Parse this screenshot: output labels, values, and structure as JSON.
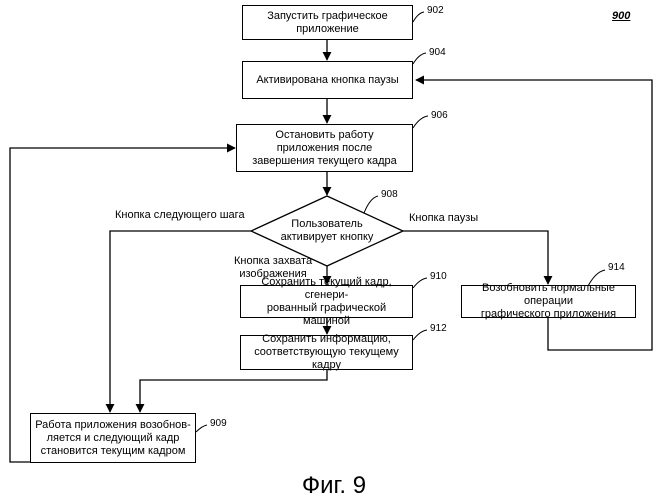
{
  "diagram_number": "900",
  "figure_caption": "Фиг. 9",
  "nodes": {
    "n902": {
      "ref": "902",
      "text": "Запустить графическое\nприложение"
    },
    "n904": {
      "ref": "904",
      "text": "Активирована кнопка паузы"
    },
    "n906": {
      "ref": "906",
      "text": "Остановить работу\nприложения после\nзавершения текущего кадра"
    },
    "n908": {
      "ref": "908",
      "text": "Пользователь\nактивирует кнопку"
    },
    "n910": {
      "ref": "910",
      "text": "Сохранить текущий кадр, сгенери-\nрованный графической машиной"
    },
    "n912": {
      "ref": "912",
      "text": "Сохранить информацию,\nсоответствующую текущему кадру"
    },
    "n914": {
      "ref": "914",
      "text": "Возобновить нормальные операции\nграфического приложения"
    },
    "n909": {
      "ref": "909",
      "text": "Работа приложения возобнов-\nляется и следующий кадр\nстановится текущим кадром"
    }
  },
  "branches": {
    "next_step": "Кнопка следующего шага",
    "pause": "Кнопка паузы",
    "capture": "Кнопка захвата\nизображения"
  }
}
